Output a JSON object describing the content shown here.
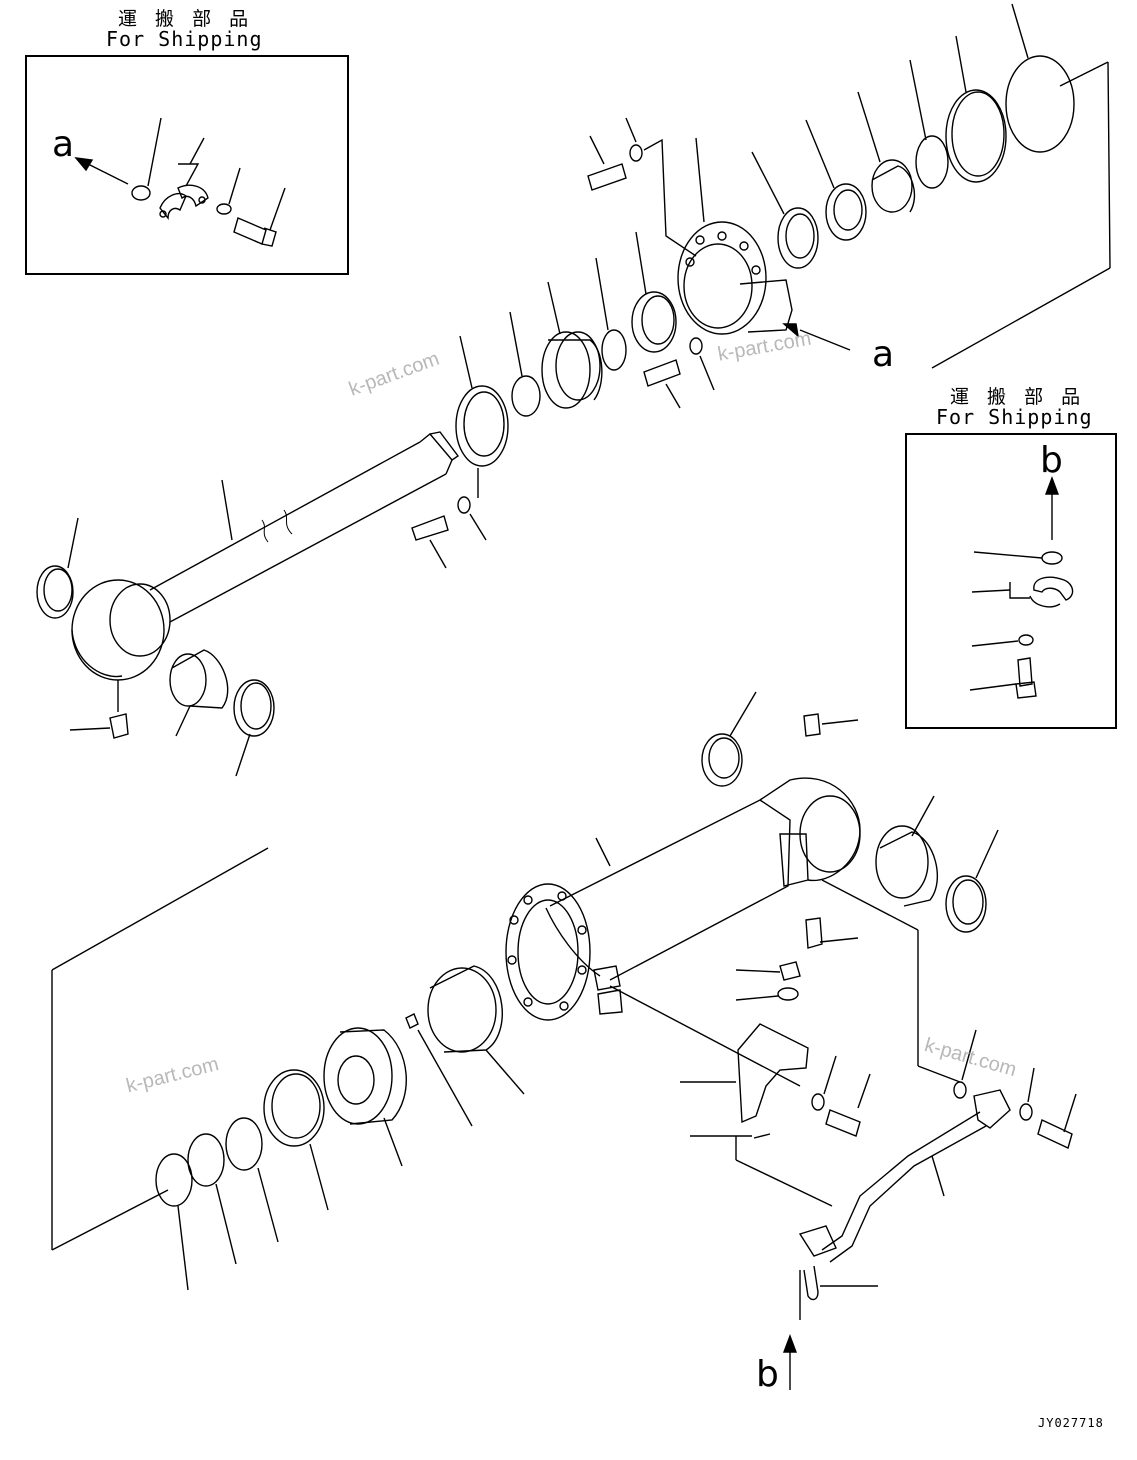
{
  "shipping_box_top": {
    "jp": "運 搬 部 品",
    "en": "For Shipping"
  },
  "shipping_box_right": {
    "jp": "運 搬 部 品",
    "en": "For Shipping"
  },
  "callouts": {
    "a_box": "a",
    "a_main": "a",
    "b_box": "b",
    "b_main": "b"
  },
  "watermarks": [
    "k-part.com",
    "k-part.com",
    "k-part.com",
    "k-part.com"
  ],
  "drawing_code": "JY027718",
  "colors": {
    "line": "#000000",
    "watermark": "#b8b8b8",
    "background": "#ffffff"
  }
}
